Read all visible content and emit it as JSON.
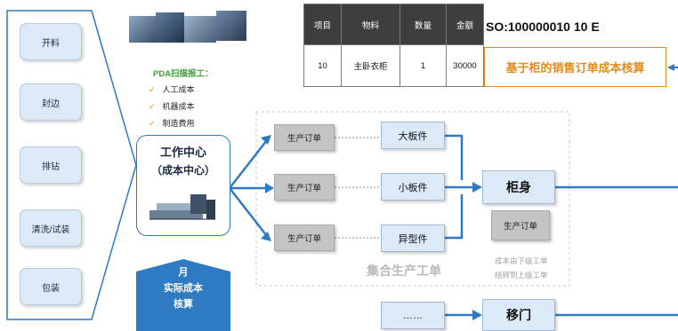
{
  "steps": [
    "开料",
    "封边",
    "排钻",
    "清洗/试装",
    "包装"
  ],
  "pda": {
    "title": "PDA扫描报工：",
    "items": [
      "人工成本",
      "机器成本",
      "制造费用"
    ]
  },
  "work_center": {
    "line1": "工作中心",
    "line2": "（成本中心）"
  },
  "monthly": {
    "line1": "月",
    "line2": "实际成本",
    "line3": "核算"
  },
  "so_table": {
    "headers": [
      "项目",
      "物料",
      "数量",
      "金额"
    ],
    "row": [
      "10",
      "主卧衣柜",
      "1",
      "30000"
    ],
    "so_number": "SO:100000010 10 E",
    "caption": "基于柜的销售订单成本核算"
  },
  "production_orders": [
    "生产订单",
    "生产订单",
    "生产订单"
  ],
  "components": [
    "大板件",
    "小板件",
    "异型件"
  ],
  "cabinet": "柜身",
  "cabinet_order": "生产订单",
  "group_label": "集合生产工单",
  "note": {
    "line1": "成本由下级工单",
    "line2": "结转到上级工单"
  },
  "ellipsis": "……",
  "sliding_door": "移门",
  "colors": {
    "blue": "#2e7bc4",
    "orange": "#e58b1b",
    "green": "#3aa335",
    "dark": "#3e3e3e"
  }
}
